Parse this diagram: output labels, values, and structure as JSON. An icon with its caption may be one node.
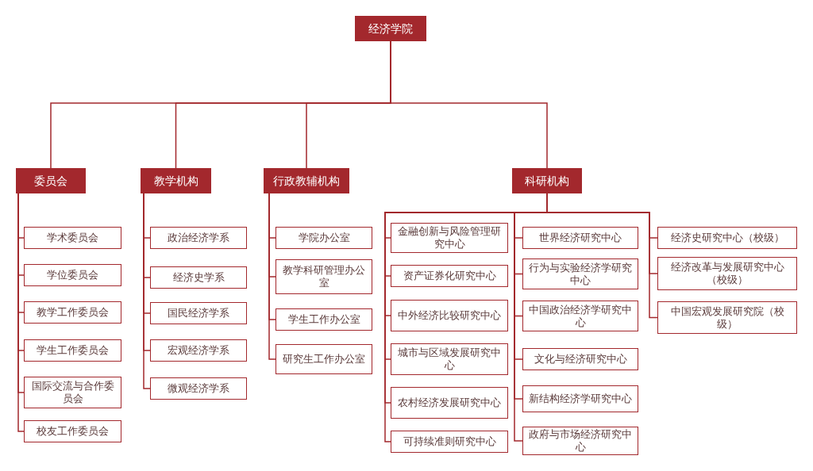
{
  "diagram": {
    "nodes": [
      {
        "text": [
          "经济学院"
        ]
      },
      {
        "text": [
          "委员会"
        ]
      },
      {
        "text": [
          "教学机构"
        ]
      },
      {
        "text": [
          "行政教辅机构"
        ]
      },
      {
        "text": [
          "科研机构"
        ]
      },
      {
        "text": [
          "学术委员会"
        ]
      },
      {
        "text": [
          "学位委员会"
        ]
      },
      {
        "text": [
          "教学工作委员会"
        ]
      },
      {
        "text": [
          "学生工作委员会"
        ]
      },
      {
        "text": [
          "国际交流与合作委员会"
        ]
      },
      {
        "text": [
          "校友工作委员会"
        ]
      },
      {
        "text": [
          "政治经济学系"
        ]
      },
      {
        "text": [
          "经济史学系"
        ]
      },
      {
        "text": [
          "国民经济学系"
        ]
      },
      {
        "text": [
          "宏观经济学系"
        ]
      },
      {
        "text": [
          "微观经济学系"
        ]
      },
      {
        "text": [
          "学院办公室"
        ]
      },
      {
        "text": [
          "教学科研管理办公室"
        ]
      },
      {
        "text": [
          "学生工作办公室"
        ]
      },
      {
        "text": [
          "研究生工作办公室"
        ]
      },
      {
        "text": [
          "金融创新与风险管理研究中心"
        ]
      },
      {
        "text": [
          "资产证券化研究中心"
        ]
      },
      {
        "text": [
          "中外经济比较研究中心"
        ]
      },
      {
        "text": [
          "城市与区域发展研究中心"
        ]
      },
      {
        "text": [
          "农村经济发展研究中心"
        ]
      },
      {
        "text": [
          "可持续准则研究中心"
        ]
      },
      {
        "text": [
          "世界经济研究中心"
        ]
      },
      {
        "text": [
          "行为与实验经济学研究中心"
        ]
      },
      {
        "text": [
          "中国政治经济学研究中心"
        ]
      },
      {
        "text": [
          "文化与经济研究中心"
        ]
      },
      {
        "text": [
          "新结构经济学研究中心"
        ]
      },
      {
        "text": [
          "政府与市场经济研究中心"
        ]
      },
      {
        "text": [
          "经济史研究中心（校级）"
        ]
      },
      {
        "text": [
          "经济改革与发展研究中心（校级）"
        ]
      },
      {
        "text": [
          "中国宏观发展研究院（校级）"
        ]
      }
    ],
    "edges": [
      {
        "from": 0,
        "to": 1,
        "arrow": "none"
      },
      {
        "from": 0,
        "to": 2,
        "arrow": "none"
      },
      {
        "from": 0,
        "to": 3,
        "arrow": "none"
      },
      {
        "from": 0,
        "to": 4,
        "arrow": "none"
      },
      {
        "from": 1,
        "to": 5,
        "arrow": "none"
      },
      {
        "from": 1,
        "to": 6,
        "arrow": "none"
      },
      {
        "from": 1,
        "to": 7,
        "arrow": "none"
      },
      {
        "from": 1,
        "to": 8,
        "arrow": "none"
      },
      {
        "from": 1,
        "to": 9,
        "arrow": "none"
      },
      {
        "from": 1,
        "to": 10,
        "arrow": "none"
      },
      {
        "from": 2,
        "to": 11,
        "arrow": "none"
      },
      {
        "from": 2,
        "to": 12,
        "arrow": "none"
      },
      {
        "from": 2,
        "to": 13,
        "arrow": "none"
      },
      {
        "from": 2,
        "to": 14,
        "arrow": "none"
      },
      {
        "from": 2,
        "to": 15,
        "arrow": "none"
      },
      {
        "from": 3,
        "to": 16,
        "arrow": "none"
      },
      {
        "from": 3,
        "to": 17,
        "arrow": "none"
      },
      {
        "from": 3,
        "to": 18,
        "arrow": "none"
      },
      {
        "from": 3,
        "to": 19,
        "arrow": "none"
      },
      {
        "from": 4,
        "to": 20,
        "arrow": "none"
      },
      {
        "from": 4,
        "to": 21,
        "arrow": "none"
      },
      {
        "from": 4,
        "to": 22,
        "arrow": "none"
      },
      {
        "from": 4,
        "to": 23,
        "arrow": "none"
      },
      {
        "from": 4,
        "to": 24,
        "arrow": "none"
      },
      {
        "from": 4,
        "to": 25,
        "arrow": "none"
      },
      {
        "from": 4,
        "to": 26,
        "arrow": "none"
      },
      {
        "from": 4,
        "to": 27,
        "arrow": "none"
      },
      {
        "from": 4,
        "to": 28,
        "arrow": "none"
      },
      {
        "from": 4,
        "to": 29,
        "arrow": "none"
      },
      {
        "from": 4,
        "to": 30,
        "arrow": "none"
      },
      {
        "from": 4,
        "to": 31,
        "arrow": "none"
      },
      {
        "from": 4,
        "to": 32,
        "arrow": "none"
      },
      {
        "from": 4,
        "to": 33,
        "arrow": "none"
      },
      {
        "from": 4,
        "to": 34,
        "arrow": "none"
      }
    ]
  }
}
